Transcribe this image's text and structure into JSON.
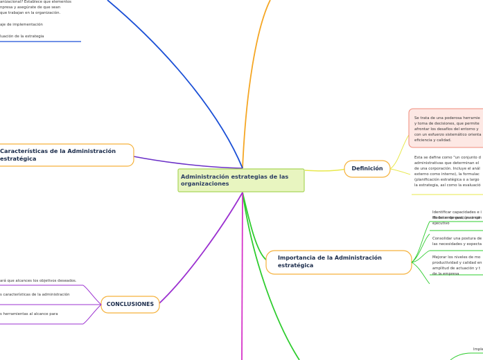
{
  "central": {
    "title": "Administración estrategias de las organizaciones"
  },
  "branches": {
    "caracteristicas": {
      "label": "Características de la Administración estratégica"
    },
    "definicion": {
      "label": "Definición"
    },
    "importancia": {
      "label": "Importancia de la Administración estratégica"
    },
    "conclusiones": {
      "label": "CONCLUSIONES"
    }
  },
  "top_left_notes": {
    "paragraph": "anizacional? Establece que elementos\nnpresa y asegúrate de que sean\nque trabajan en la organización.",
    "item_1": "aje de implementación",
    "item_2": "luación de la estrategia"
  },
  "definicion_notes": {
    "note_1": "Se trata de una poderosa herramie\ny toma de decisiones, que permite\nafrontar los desafíos del entorno y\ncon un esfuerzo sistemático orienta\neficiencia y calidad.",
    "note_2": "Esta se define como \"un conjunto d\nadministrativas que determinan el\nde una corporación. Incluye el anál\nexterno como interno), la formulac\n(planificación estratégica o a largo\nla estrategia, así como la evaluació"
  },
  "importancia_notes": {
    "item_1": "Modelos de gestión simpl",
    "item_2": "Identificar capacidades e i\nde las empresas, para con\nejecutivo",
    "item_3": "Consolidar una postura de\nlas necesidades y expecta",
    "item_4": "Mejorar los niveles de mo\nproductividad y calidad en\namplitud de actuación y t\nde la empresa"
  },
  "conclusiones_notes": {
    "item_1": "ará que alcances los objetivos deseados.",
    "item_2": "s características de la administración",
    "item_3": "s herramientas al alcance para"
  },
  "bottom_right_note": "Imple",
  "colors": {
    "orange": "#f5a623",
    "blue": "#1a4fd6",
    "green": "#2ecc2e",
    "purple": "#9b30d0",
    "magenta": "#d633c9",
    "yellow": "#e8e84a",
    "central_fill": "#e8f5c0",
    "central_border": "#a9d65a",
    "definicion_note_fill": "#fde8e4",
    "definicion_note_border": "#f08a7a",
    "branch_border": "#f5b13a",
    "text_dark": "#1a2b4a"
  }
}
